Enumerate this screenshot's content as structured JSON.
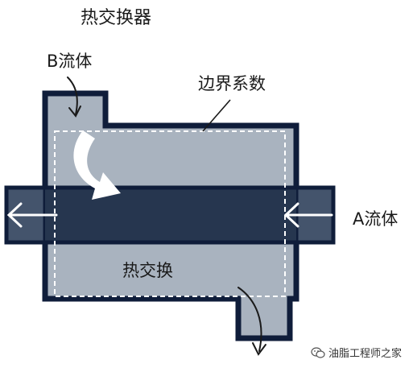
{
  "title": "热交换器",
  "labels": {
    "b_fluid": "B流体",
    "boundary": "边界系数",
    "a_fluid": "A流体",
    "heat_exchange": "热交换"
  },
  "watermark": {
    "text": "油脂工程师之家",
    "icon": "wechat-icon"
  },
  "colors": {
    "shell_fill": "#a9b3bf",
    "outline": "#0f1d3a",
    "tube": "#26364f",
    "stub": "#44546c",
    "arrow": "#ffffff",
    "text": "#1a1a1a"
  }
}
